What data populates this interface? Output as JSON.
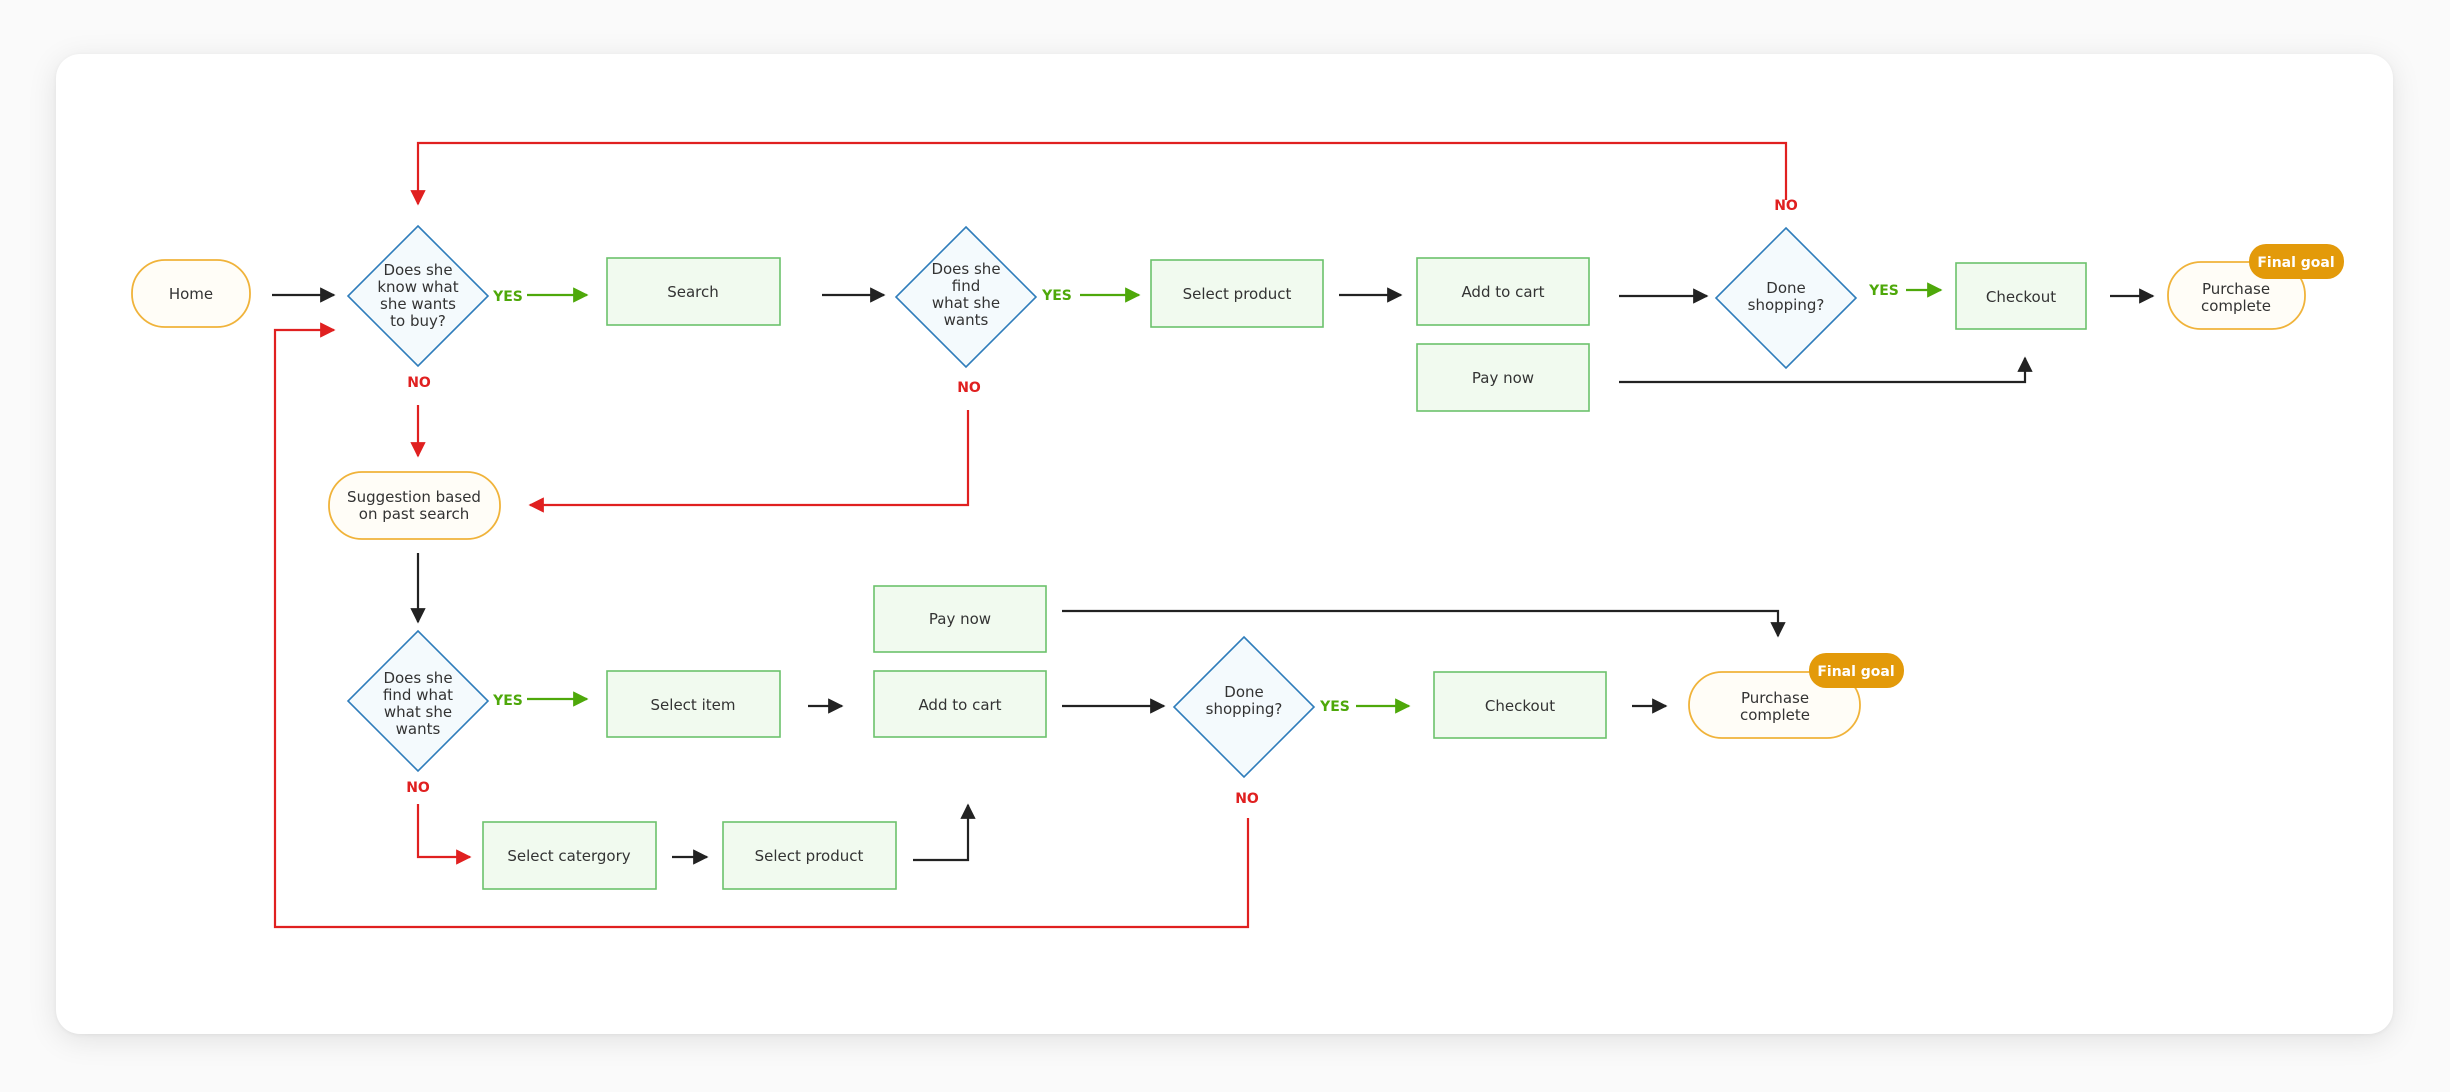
{
  "colors": {
    "start_border": "#f0b33a",
    "start_fill": "#fffdf7",
    "process_border": "#6cc26c",
    "process_fill": "#f1faef",
    "decision_border": "#2f7dbb",
    "decision_fill": "#f4fafd",
    "no_color": "#e02020",
    "yes_color": "#4ea80a",
    "arrow": "#222222",
    "badge_fill": "#e39a0a",
    "text": "#333333"
  },
  "nodes": {
    "home": "Home",
    "q_know": [
      "Does she",
      "know what",
      "she wants",
      "to buy?"
    ],
    "search": "Search",
    "q_find1": [
      "Does she",
      "find",
      "what she",
      "wants"
    ],
    "select_product_top": "Select product",
    "add_to_cart_top": "Add to cart",
    "pay_now_top": "Pay now",
    "q_done_top": [
      "Done",
      "shopping?"
    ],
    "checkout_top": "Checkout",
    "purchase_top": [
      "Purchase",
      "complete"
    ],
    "suggestion": [
      "Suggestion based",
      "on past search"
    ],
    "q_find2": [
      "Does she",
      "find what",
      "what she",
      "wants"
    ],
    "select_item": "Select item",
    "pay_now_bottom": "Pay now",
    "add_to_cart_bottom": "Add to cart",
    "q_done_bottom": [
      "Done",
      "shopping?"
    ],
    "checkout_bottom": "Checkout",
    "purchase_bottom": [
      "Purchase",
      "complete"
    ],
    "select_category": "Select catergory",
    "select_product_bottom": "Select product"
  },
  "badges": {
    "final_goal_top": "Final goal",
    "final_goal_bottom": "Final goal"
  },
  "labels": {
    "yes": "YES",
    "no": "NO"
  }
}
